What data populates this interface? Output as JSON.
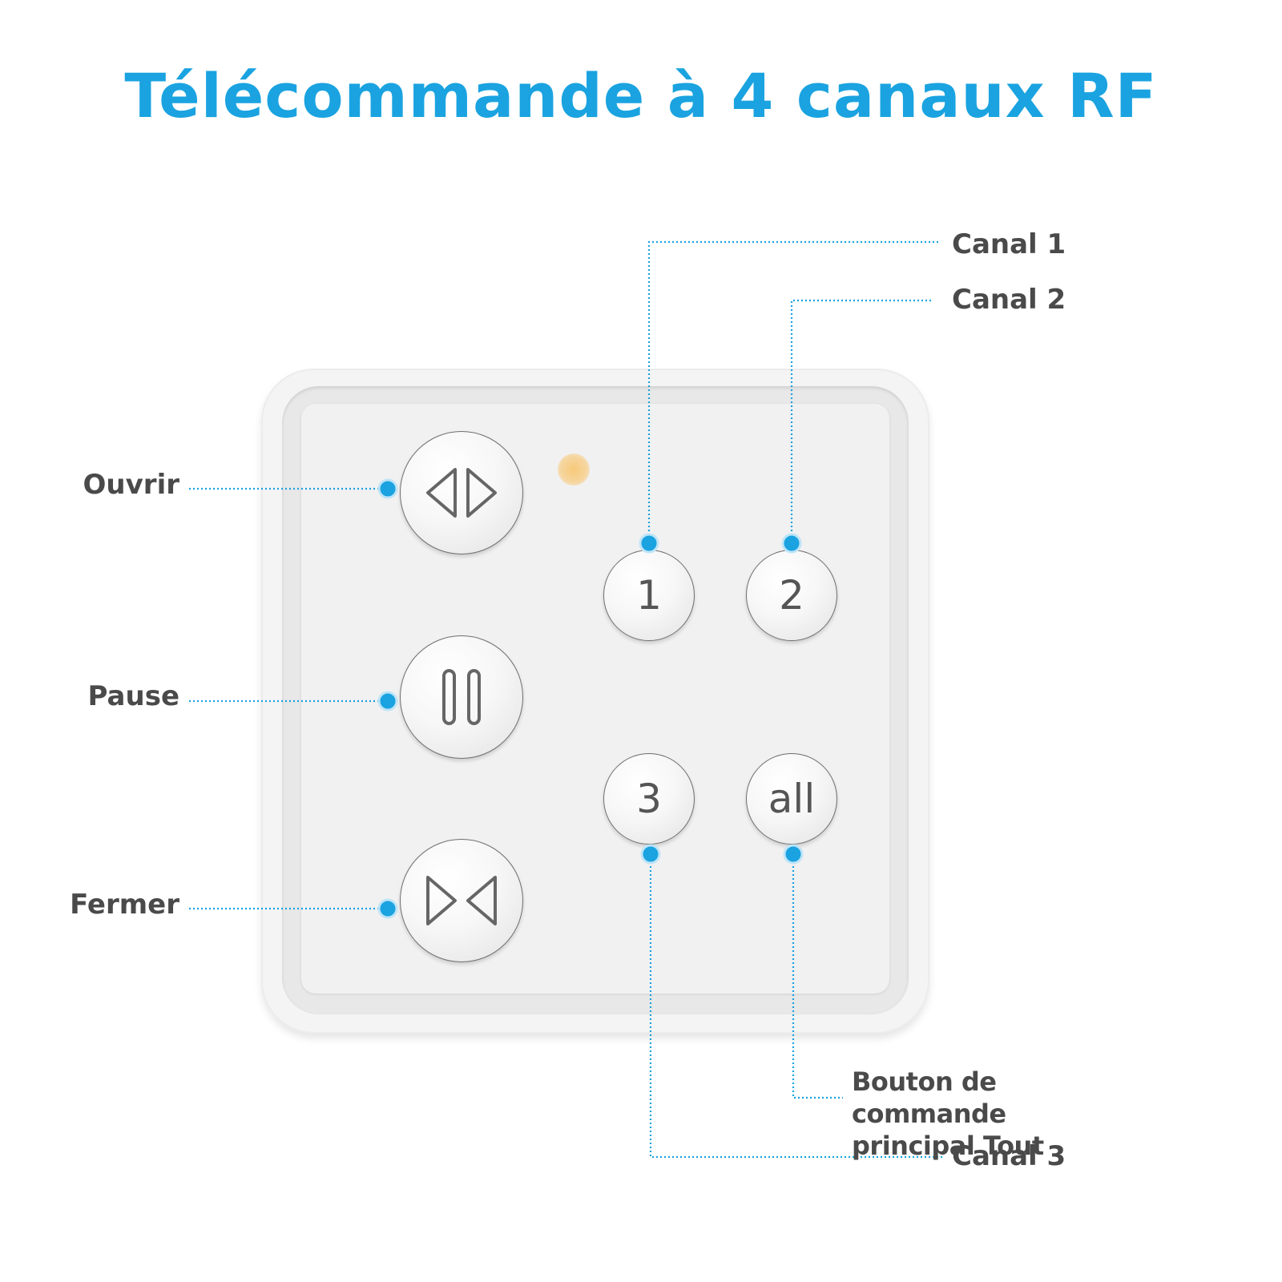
{
  "title": "Télécommande à 4 canaux RF",
  "labels": {
    "open": "Ouvrir",
    "pause": "Pause",
    "close": "Fermer",
    "channel1": "Canal 1",
    "channel2": "Canal 2",
    "channel3": "Canal 3",
    "all_line1": "Bouton de commande",
    "all_line2": "principal Tout"
  },
  "buttons": {
    "b1": "1",
    "b2": "2",
    "b3": "3",
    "ball": "all"
  },
  "colors": {
    "accent": "#1aa3e0",
    "label_text": "#4a4a4a",
    "led": "#f6d59c"
  }
}
